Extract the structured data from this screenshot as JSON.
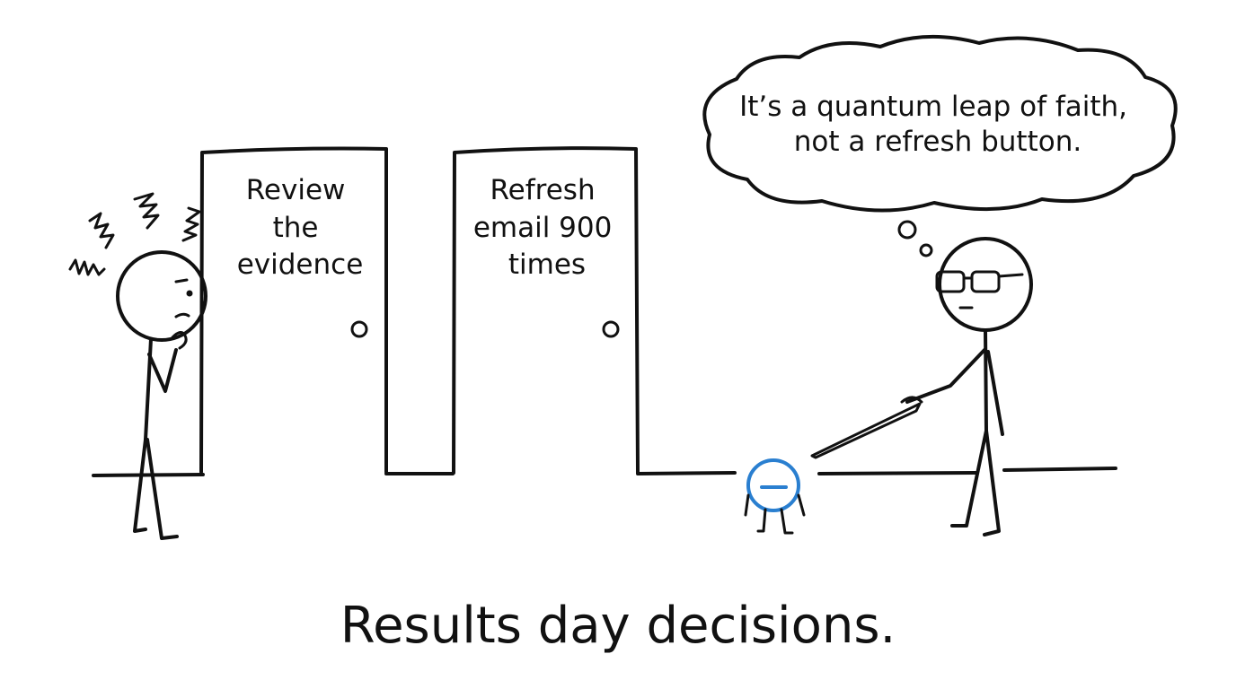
{
  "doors": {
    "left": {
      "label_lines": [
        "Review",
        "the",
        "evidence"
      ]
    },
    "right": {
      "label_lines": [
        "Refresh",
        "email 900",
        "times"
      ]
    }
  },
  "thought_bubble": {
    "lines": [
      "It’s a quantum leap of faith,",
      "not a refresh button."
    ]
  },
  "caption": "Results day decisions.",
  "colors": {
    "ink": "#111111",
    "background": "#ffffff",
    "creature_blue": "#2a7fd0"
  },
  "icons": {
    "creature": "minus-circle-creature-icon"
  }
}
